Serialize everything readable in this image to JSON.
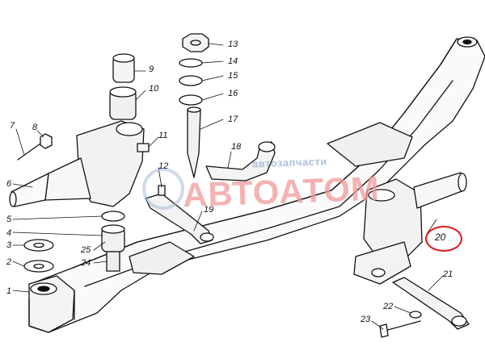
{
  "watermark": {
    "small_text": "автозапчасти",
    "big_text": "АВТОАТОМ",
    "small_color": "#9fb6d8",
    "big_color": "#f19a9a"
  },
  "highlight": {
    "label": "20",
    "color": "#e0181b"
  },
  "callouts": {
    "n1": "1",
    "n2": "2",
    "n3": "3",
    "n4": "4",
    "n5": "5",
    "n6": "6",
    "n7": "7",
    "n8": "8",
    "n9": "9",
    "n10": "10",
    "n11": "11",
    "n12": "12",
    "n13": "13",
    "n14": "14",
    "n15": "15",
    "n16": "16",
    "n17": "17",
    "n18": "18",
    "n19": "19",
    "n21": "21",
    "n22": "22",
    "n23": "23",
    "n24": "24",
    "n25": "25"
  }
}
